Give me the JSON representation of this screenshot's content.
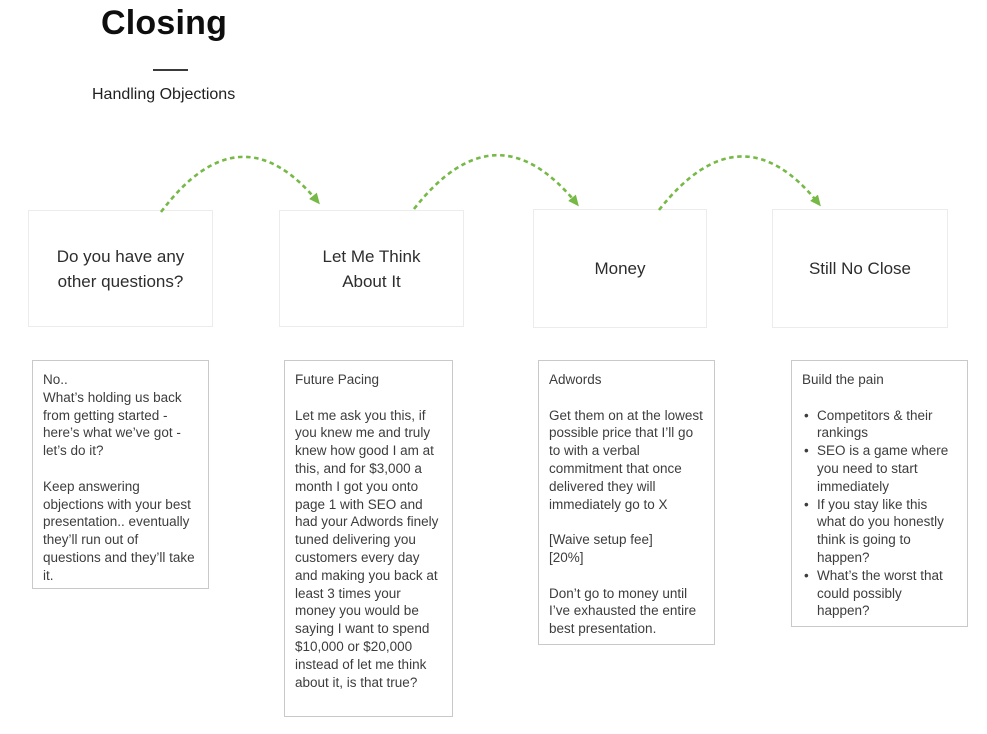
{
  "slide": {
    "title": "Closing",
    "subtitle": "Handling Objections"
  },
  "flow": {
    "arrow_color": "#76b947",
    "cards": [
      {
        "label": "Do you have any\nother questions?"
      },
      {
        "label": "Let Me Think\nAbout It"
      },
      {
        "label": "Money"
      },
      {
        "label": "Still No Close"
      }
    ]
  },
  "notes": [
    {
      "body": "No..\nWhat’s holding us back from getting started - here’s what we’ve got - let’s do it?\n\nKeep answering objections with your best presentation.. eventually they’ll run out of questions and they’ll take it."
    },
    {
      "title": "Future Pacing",
      "body": "Let me ask you this, if you knew me and truly knew how good I am at this, and for $3,000 a month I got you onto page 1 with SEO and had your Adwords finely tuned delivering you customers every day and making you back at least 3 times your money you would be saying I want to spend $10,000 or $20,000 instead of let me think about it, is that true?"
    },
    {
      "title": "Adwords",
      "body": "Get them on at the lowest possible price that I’ll go to with a verbal commitment that once delivered they will immediately go to X\n\n[Waive setup fee]\n[20%]\n\nDon’t go to money until I’ve exhausted the entire best presentation."
    },
    {
      "title": "Build the pain",
      "bullets": [
        "Competitors & their rankings",
        "SEO is a game where you need to start immediately",
        "If you stay like this what do you honestly think is going to happen?",
        "What’s the worst that could possibly happen?"
      ]
    }
  ]
}
